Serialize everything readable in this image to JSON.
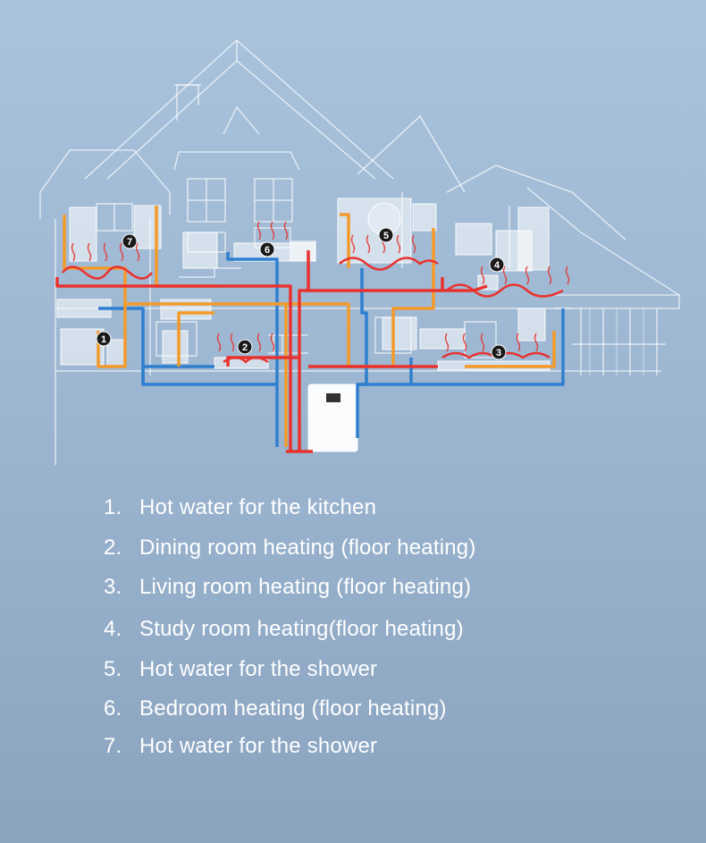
{
  "colors": {
    "background_top": "#a9c3dd",
    "background_bottom": "#8aa3bf",
    "outline": "#ffffff",
    "pipe_hot": "#e8322e",
    "pipe_warm": "#f39a2b",
    "pipe_cold": "#2f7fd0",
    "marker_fill": "#1a1a1a",
    "legend_text": "#ffffff"
  },
  "markers": [
    {
      "id": "1",
      "label": "1"
    },
    {
      "id": "2",
      "label": "2"
    },
    {
      "id": "3",
      "label": "3"
    },
    {
      "id": "4",
      "label": "4"
    },
    {
      "id": "5",
      "label": "5"
    },
    {
      "id": "6",
      "label": "6"
    },
    {
      "id": "7",
      "label": "7"
    }
  ],
  "legend": [
    {
      "number": "1.",
      "text": "Hot water for the kitchen"
    },
    {
      "number": "2.",
      "text": "Dining room heating (floor heating)"
    },
    {
      "number": "3.",
      "text": "Living room heating (floor heating)"
    },
    {
      "number": "4.",
      "text": "Study room heating(floor heating)"
    },
    {
      "number": "5.",
      "text": "Hot water for the shower"
    },
    {
      "number": "6.",
      "text": "Bedroom heating (floor heating)"
    },
    {
      "number": "7.",
      "text": "Hot water for the shower"
    }
  ]
}
